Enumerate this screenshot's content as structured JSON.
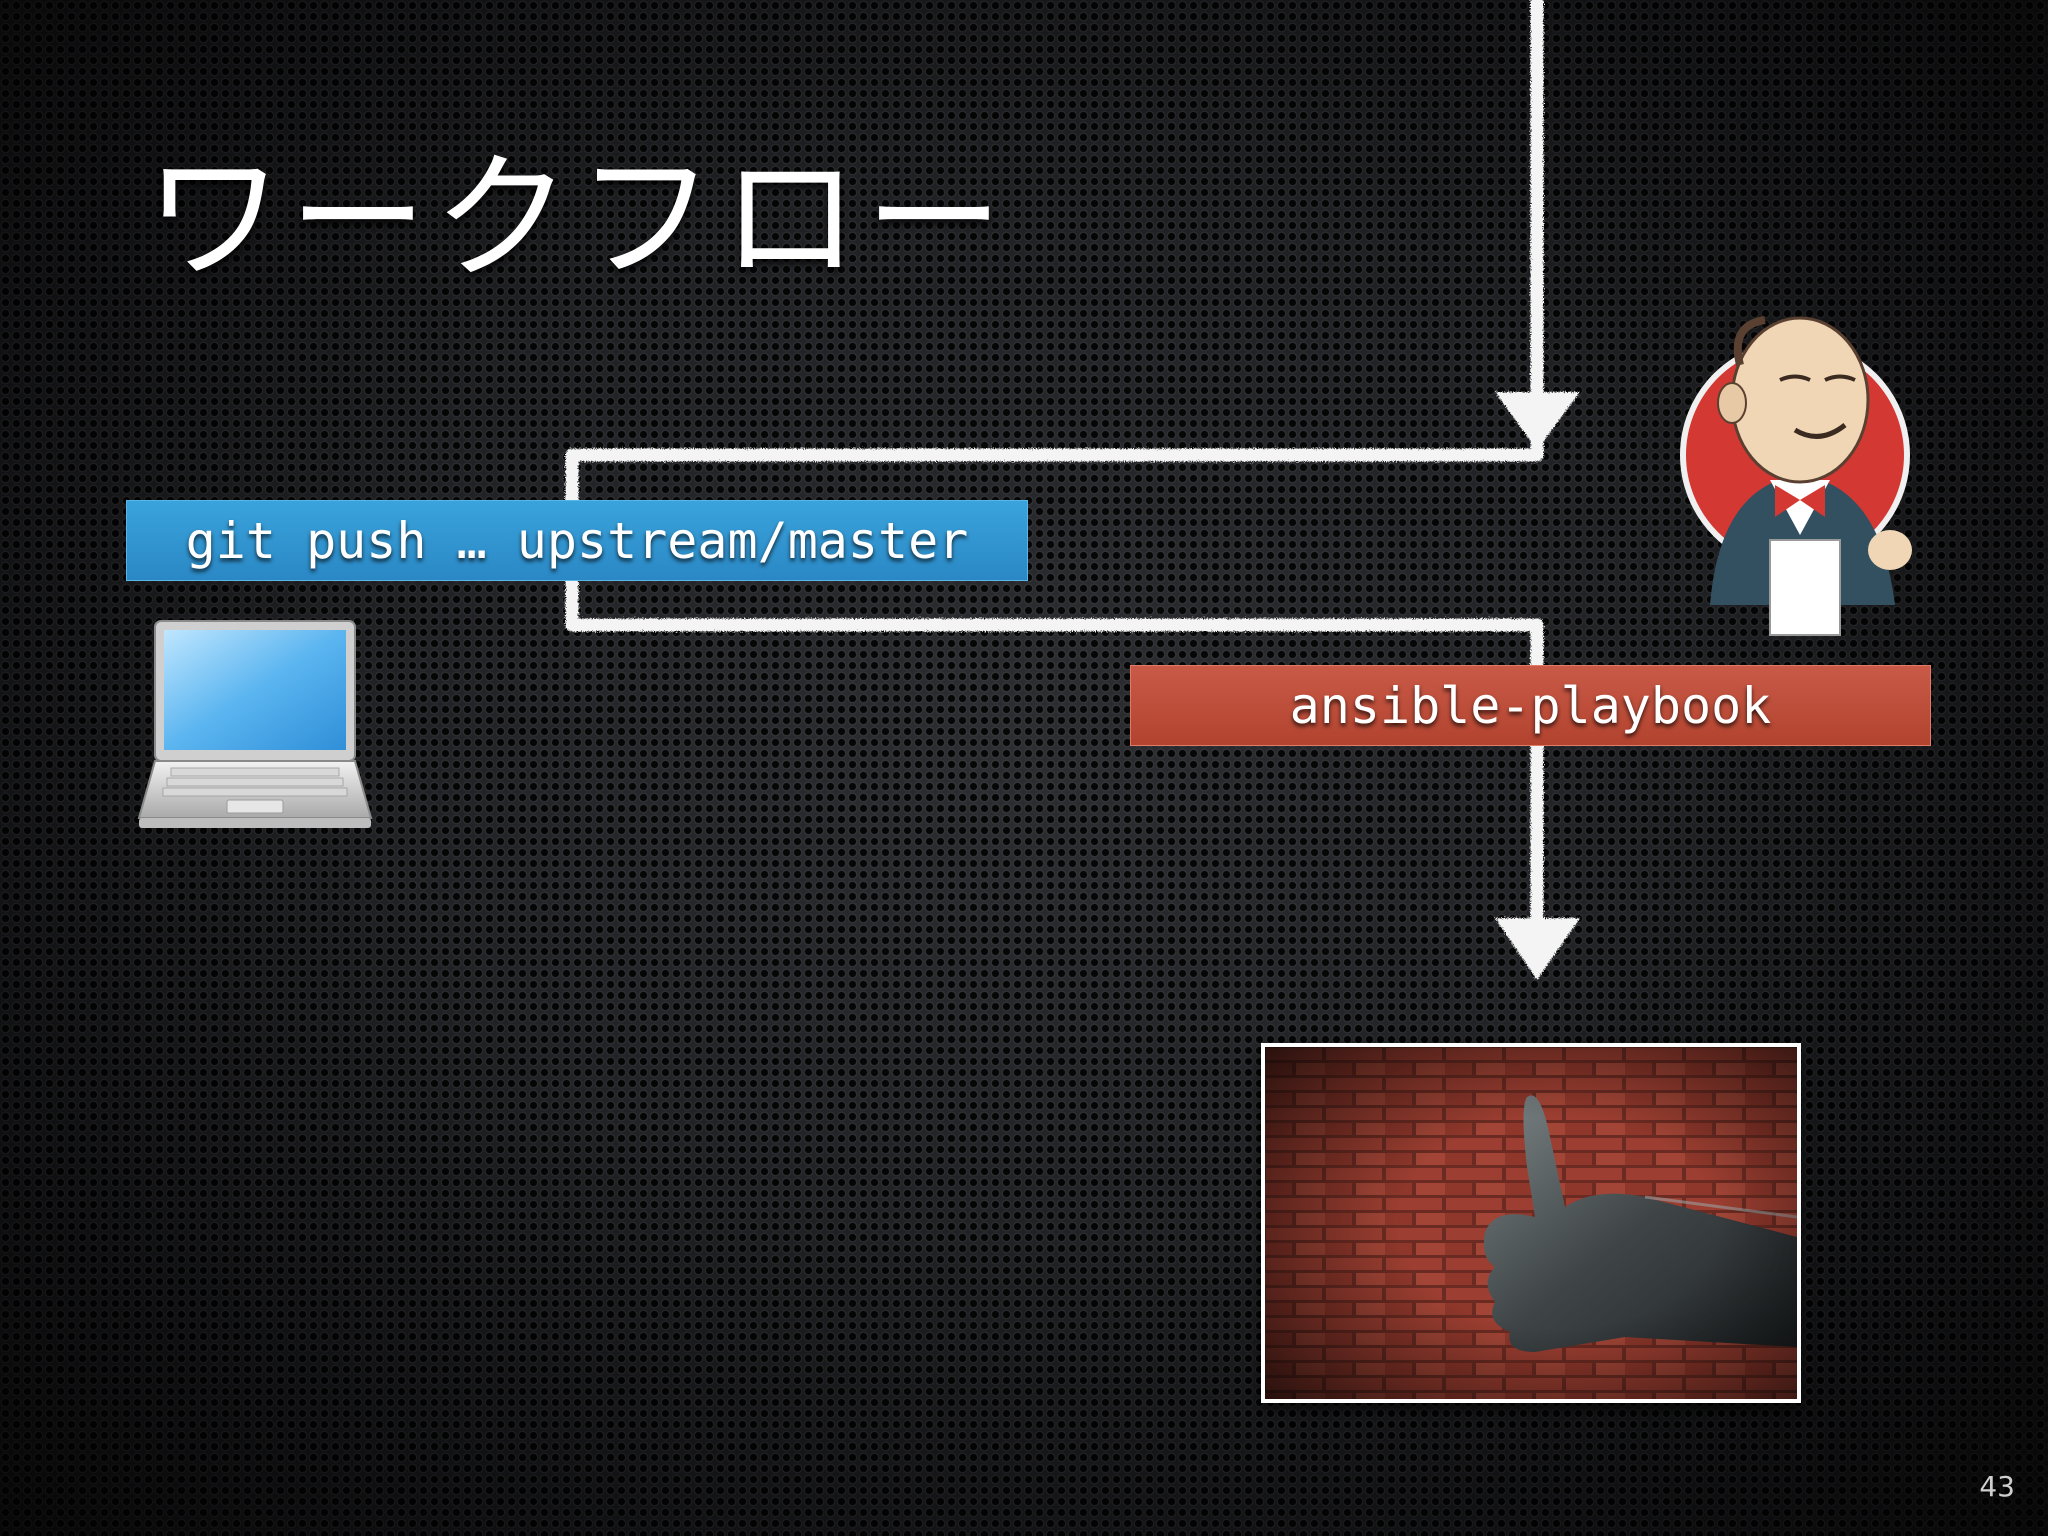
{
  "slide": {
    "title": "ワークフロー",
    "page_number": "43"
  },
  "labels": {
    "git_push": "git push … upstream/master",
    "ansible": "ansible-playbook"
  },
  "icons": {
    "laptop": "laptop-icon",
    "jenkins": "jenkins-butler-icon",
    "photo": "thumbs-up-statue-photo",
    "arrows": "chalk-flow-arrows"
  },
  "colors": {
    "git_box": "#2f95d2",
    "ansible_box": "#bd4d39",
    "chalk": "#ffffff",
    "jenkins_circle": "#d33833"
  }
}
